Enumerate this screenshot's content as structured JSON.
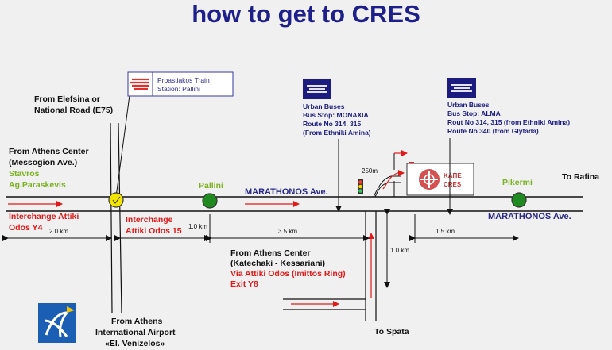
{
  "title": "how to get to CRES",
  "roads": {
    "marathonos_left": "MARATHONOS Ave.",
    "marathonos_right": "MARATHONOS Ave."
  },
  "places": {
    "from_elefsina_1": "From Elefsina or",
    "from_elefsina_2": "National Road (E75)",
    "from_athens_center_1": "From Athens Center",
    "from_athens_center_2": "(Messogion Ave.)",
    "stavros": "Stavros",
    "ag_paraskevis": "Ag.Paraskevis",
    "interchange_y4_1": "Interchange Attiki",
    "interchange_y4_2": "Odos Y4",
    "interchange_15_1": "Interchange",
    "interchange_15_2": "Attiki Odos 15",
    "pallini": "Pallini",
    "pikermi": "Pikermi",
    "to_rafina": "To Rafina",
    "to_spata": "To Spata",
    "from_athens_center_south_1": "From Athens Center",
    "from_athens_center_south_2": "(Katechaki - Kessariani)",
    "via_attiki_1": "Via Attiki Odos (Imittos Ring)",
    "via_attiki_2": "Exit Y8",
    "airport_1": "From Athens",
    "airport_2": "International Airport",
    "airport_3": "«El. Venizelos»"
  },
  "train": {
    "line1": "Proastiakos Train",
    "line2": "Station: Pallini"
  },
  "bus_stop_1": {
    "line1": "Urban Buses",
    "line2": "Bus Stop: MONAXIA",
    "line3": "Route  No 314, 315",
    "line4": "(From Ethniki Amina)"
  },
  "bus_stop_2": {
    "line1": "Urban Buses",
    "line2": "Bus Stop: ALMA",
    "line3": "Rout No 314, 315 (from Ethniki Amina)",
    "line4": "Route No 340 (from Glyfada)"
  },
  "distances": {
    "d_2_0": "2.0 km",
    "d_1_0": "1.0 km",
    "d_3_5": "3.5 km",
    "d_1_5": "1.5 km",
    "d_1_0_v": "1.0 km",
    "d_250": "250m"
  },
  "cres_logo": {
    "line1": "ΚΑΠΕ",
    "line2": "CRES"
  },
  "colors": {
    "title_blue": "#1f1f8c",
    "road_red": "#e01a1a",
    "station_green": "#1f8a1f",
    "interchange_yellow": "#f2e600",
    "bus_blue": "#1c1c80"
  }
}
